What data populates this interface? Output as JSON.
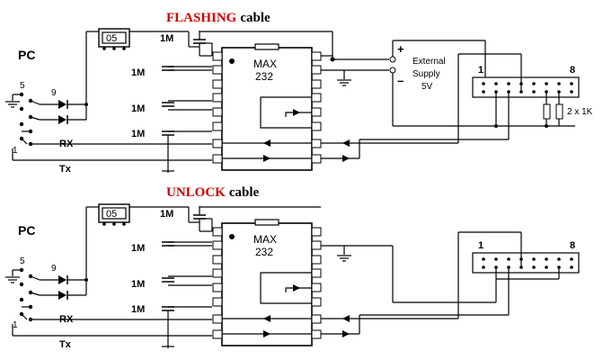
{
  "diagrams": [
    {
      "title_red": "FLASHING",
      "title_black": "cable",
      "pc": "PC",
      "db9_pin5": "5",
      "db9_pin9": "9",
      "db9_pin1": "1",
      "rx": "RX",
      "tx": "Tx",
      "reg": "05",
      "cap": "1M",
      "chip_name": "MAX",
      "chip_num": "232",
      "supply_line1": "External",
      "supply_line2": "Supply",
      "supply_line3": "5V",
      "plus": "+",
      "minus": "–",
      "hdr_left": "1",
      "hdr_right": "8",
      "resistors": "2 x 1K"
    },
    {
      "title_red": "UNLOCK",
      "title_black": "cable",
      "pc": "PC",
      "db9_pin5": "5",
      "db9_pin9": "9",
      "db9_pin1": "1",
      "rx": "RX",
      "tx": "Tx",
      "reg": "05",
      "cap": "1M",
      "chip_name": "MAX",
      "chip_num": "232",
      "hdr_left": "1",
      "hdr_right": "8"
    }
  ],
  "colors": {
    "title_red": "#cc0000",
    "ink": "#000000"
  }
}
